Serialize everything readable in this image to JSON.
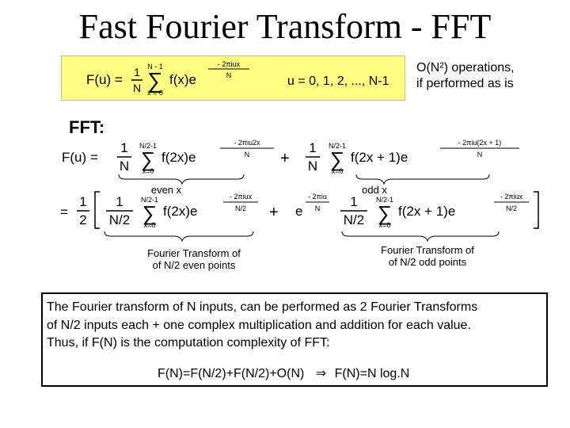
{
  "title": "Fast Fourier Transform - FFT",
  "dft": {
    "lhs": "F(u) =",
    "frac_num": "1",
    "frac_den": "N",
    "sum_upper": "N - 1",
    "sum_lower": "x = 0",
    "term": "f(x)e",
    "exp_num": "- 2πiux",
    "exp_den": "N",
    "range": "u = 0, 1, 2, ..., N-1",
    "ops_note_line1": "O(N²) operations,",
    "ops_note_line2": "if performed as is"
  },
  "fft_label": "FFT:",
  "eq1": {
    "lhs": "F(u) =",
    "frac_num": "1",
    "frac_den": "N",
    "sum_upper": "N/2-1",
    "sum_lower": "x=0",
    "term1": "f(2x)e",
    "exp1_num": "- 2πiu2x",
    "exp1_den": "N",
    "plus": "+",
    "term2": "f(2x + 1)e",
    "exp2_num": "- 2πiu(2x + 1)",
    "exp2_den": "N",
    "even_label": "even x",
    "odd_label": "odd x"
  },
  "eq2": {
    "eq_sign": "=",
    "half_num": "1",
    "half_den": "2",
    "frac_num": "1",
    "frac_den": "N/2",
    "sum_upper": "N/2-1",
    "sum_lower": "x=0",
    "term1": "f(2x)e",
    "exp1_num": "- 2πiux",
    "exp1_den": "N/2",
    "plus": "+",
    "e": "e",
    "twiddle_num": "- 2πiu",
    "twiddle_den": "N",
    "term2": "f(2x + 1)e",
    "exp2_num": "- 2πiux",
    "exp2_den": "N/2",
    "note_even_line1": "Fourier Transform of",
    "note_even_line2": "of N/2 even points",
    "note_odd_line1": "Fourier Transform of",
    "note_odd_line2": "of N/2 odd points"
  },
  "summary": {
    "line1": "The Fourier transform of N inputs, can be performed as 2 Fourier Transforms",
    "line2": "of N/2 inputs each + one complex multiplication and addition for each value.",
    "line3": "Thus, if F(N) is the  computation complexity of FFT:",
    "recurrence": "F(N)=F(N/2)+F(N/2)+O(N)",
    "implies": "⇒",
    "result": "F(N)=N log.N"
  }
}
